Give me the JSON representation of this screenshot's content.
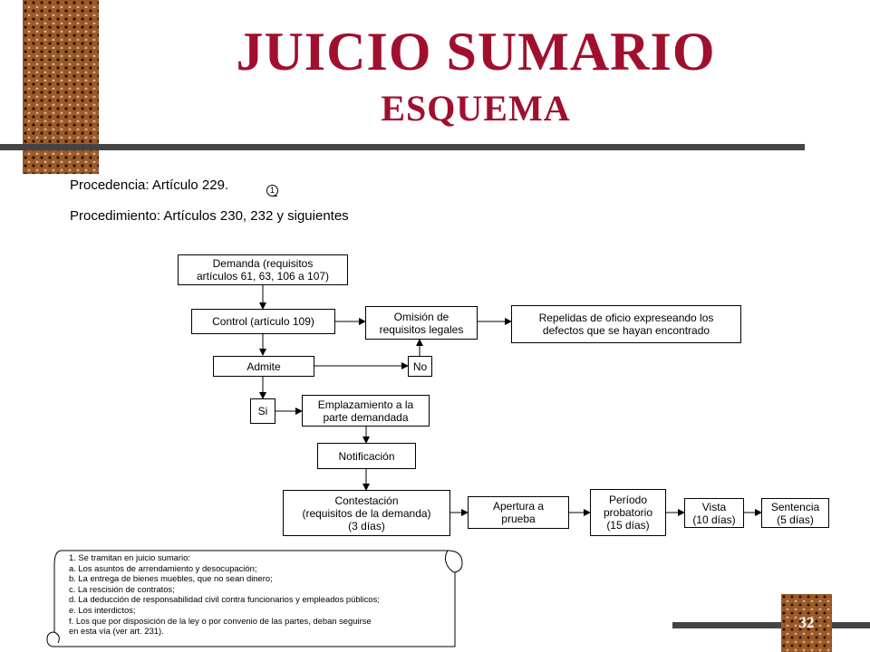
{
  "slide": {
    "title": "JUICIO SUMARIO",
    "subtitle": "ESQUEMA",
    "procedencia": "Procedencia:  Artículo 229.",
    "procedimiento": "Procedimiento:  Artículos 230, 232 y siguientes",
    "note_marker": "1",
    "page_number": "32"
  },
  "flow": {
    "demanda": "Demanda (requisitos\nartículos 61, 63, 106 a 107)",
    "control": "Control (artículo 109)",
    "omision": "Omisión de\nrequisitos legales",
    "repelidas": "Repelidas de oficio expreseando los\ndefectos que se hayan encontrado",
    "admite": "Admite",
    "no": "No",
    "si": "Si",
    "emplazamiento": "Emplazamiento a la\nparte demandada",
    "notificacion": "Notificación",
    "contestacion": "Contestación\n(requisitos de la demanda)\n(3 días)",
    "apertura": "Apertura a\nprueba",
    "periodo": "Período\nprobatorio\n(15 días)",
    "vista": "Vista\n(10 días)",
    "sentencia": "Sentencia\n(5 días)"
  },
  "notes": [
    "1.  Se tramitan en juicio sumario:",
    "a.  Los asuntos de arrendamiento y desocupación;",
    "b.  La entrega de bienes muebles, que no sean dinero;",
    "c.  La rescisión de contratos;",
    "d.  La deducción de responsabilidad civil contra funcionarios y empleados públicos;",
    "e.  Los interdictos;",
    "f.  Los que por disposición de la ley o por convenio de las partes, deban seguirse",
    "     en esta vía (ver art. 231)."
  ]
}
